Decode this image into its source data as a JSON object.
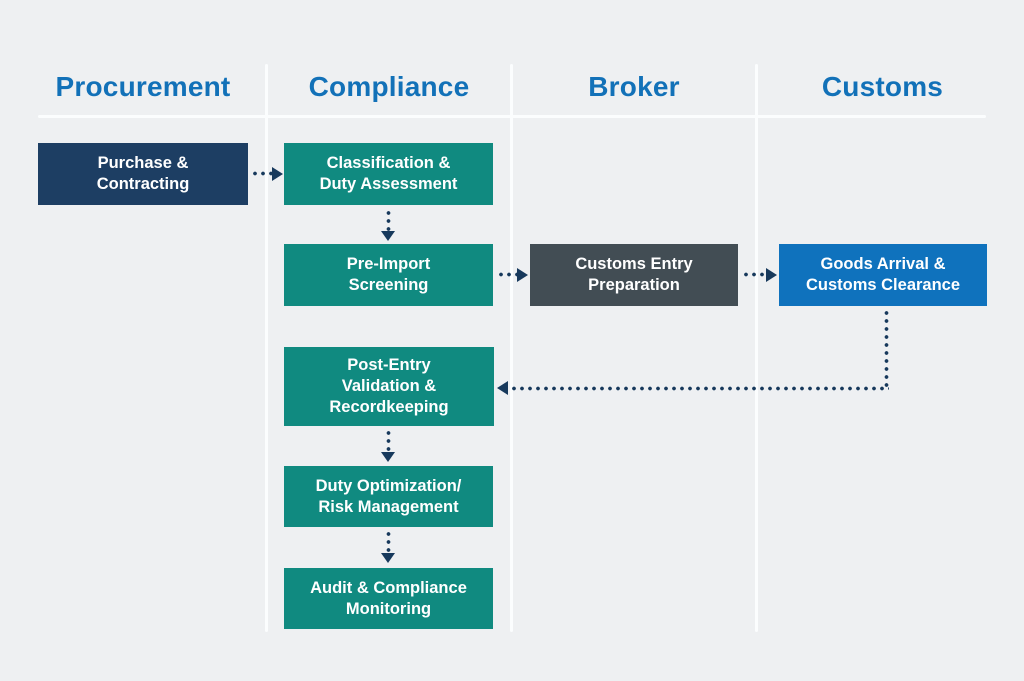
{
  "diagram": {
    "type": "swimlane-flowchart",
    "background_color": "#eef0f2",
    "divider_color": "#fbfdfe",
    "header_text_color": "#1271b8",
    "arrow_color": "#17395c",
    "arrow_style": "dotted"
  },
  "columns": {
    "procurement": {
      "label": "Procurement"
    },
    "compliance": {
      "label": "Compliance"
    },
    "broker": {
      "label": "Broker"
    },
    "customs": {
      "label": "Customs"
    }
  },
  "nodes": {
    "purchase": {
      "label": "Purchase &\nContracting",
      "column": "Procurement",
      "color": "#1d3e63"
    },
    "classification": {
      "label": "Classification &\nDuty Assessment",
      "column": "Compliance",
      "color": "#108a80"
    },
    "preimport": {
      "label": "Pre-Import\nScreening",
      "column": "Compliance",
      "color": "#108a80"
    },
    "customs_entry": {
      "label": "Customs Entry\nPreparation",
      "column": "Broker",
      "color": "#424d54"
    },
    "goods_arrival": {
      "label": "Goods Arrival &\nCustoms Clearance",
      "column": "Customs",
      "color": "#0f72bd"
    },
    "post_entry": {
      "label": "Post-Entry\nValidation &\nRecordkeeping",
      "column": "Compliance",
      "color": "#108a80"
    },
    "duty_opt": {
      "label": "Duty Optimization/\nRisk Management",
      "column": "Compliance",
      "color": "#108a80"
    },
    "audit": {
      "label": "Audit & Compliance\nMonitoring",
      "column": "Compliance",
      "color": "#108a80"
    }
  },
  "edges": [
    {
      "from": "Purchase & Contracting",
      "to": "Classification & Duty Assessment",
      "style": "dotted-arrow",
      "direction": "right"
    },
    {
      "from": "Classification & Duty Assessment",
      "to": "Pre-Import Screening",
      "style": "dotted-arrow",
      "direction": "down"
    },
    {
      "from": "Pre-Import Screening",
      "to": "Customs Entry Preparation",
      "style": "dotted-arrow",
      "direction": "right"
    },
    {
      "from": "Customs Entry Preparation",
      "to": "Goods Arrival & Customs Clearance",
      "style": "dotted-arrow",
      "direction": "right"
    },
    {
      "from": "Goods Arrival & Customs Clearance",
      "to": "Post-Entry Validation & Recordkeeping",
      "style": "dotted-arrow",
      "direction": "down-then-left"
    },
    {
      "from": "Post-Entry Validation & Recordkeeping",
      "to": "Duty Optimization/Risk Management",
      "style": "dotted-arrow",
      "direction": "down"
    },
    {
      "from": "Duty Optimization/Risk Management",
      "to": "Audit & Compliance Monitoring",
      "style": "dotted-arrow",
      "direction": "down"
    }
  ]
}
